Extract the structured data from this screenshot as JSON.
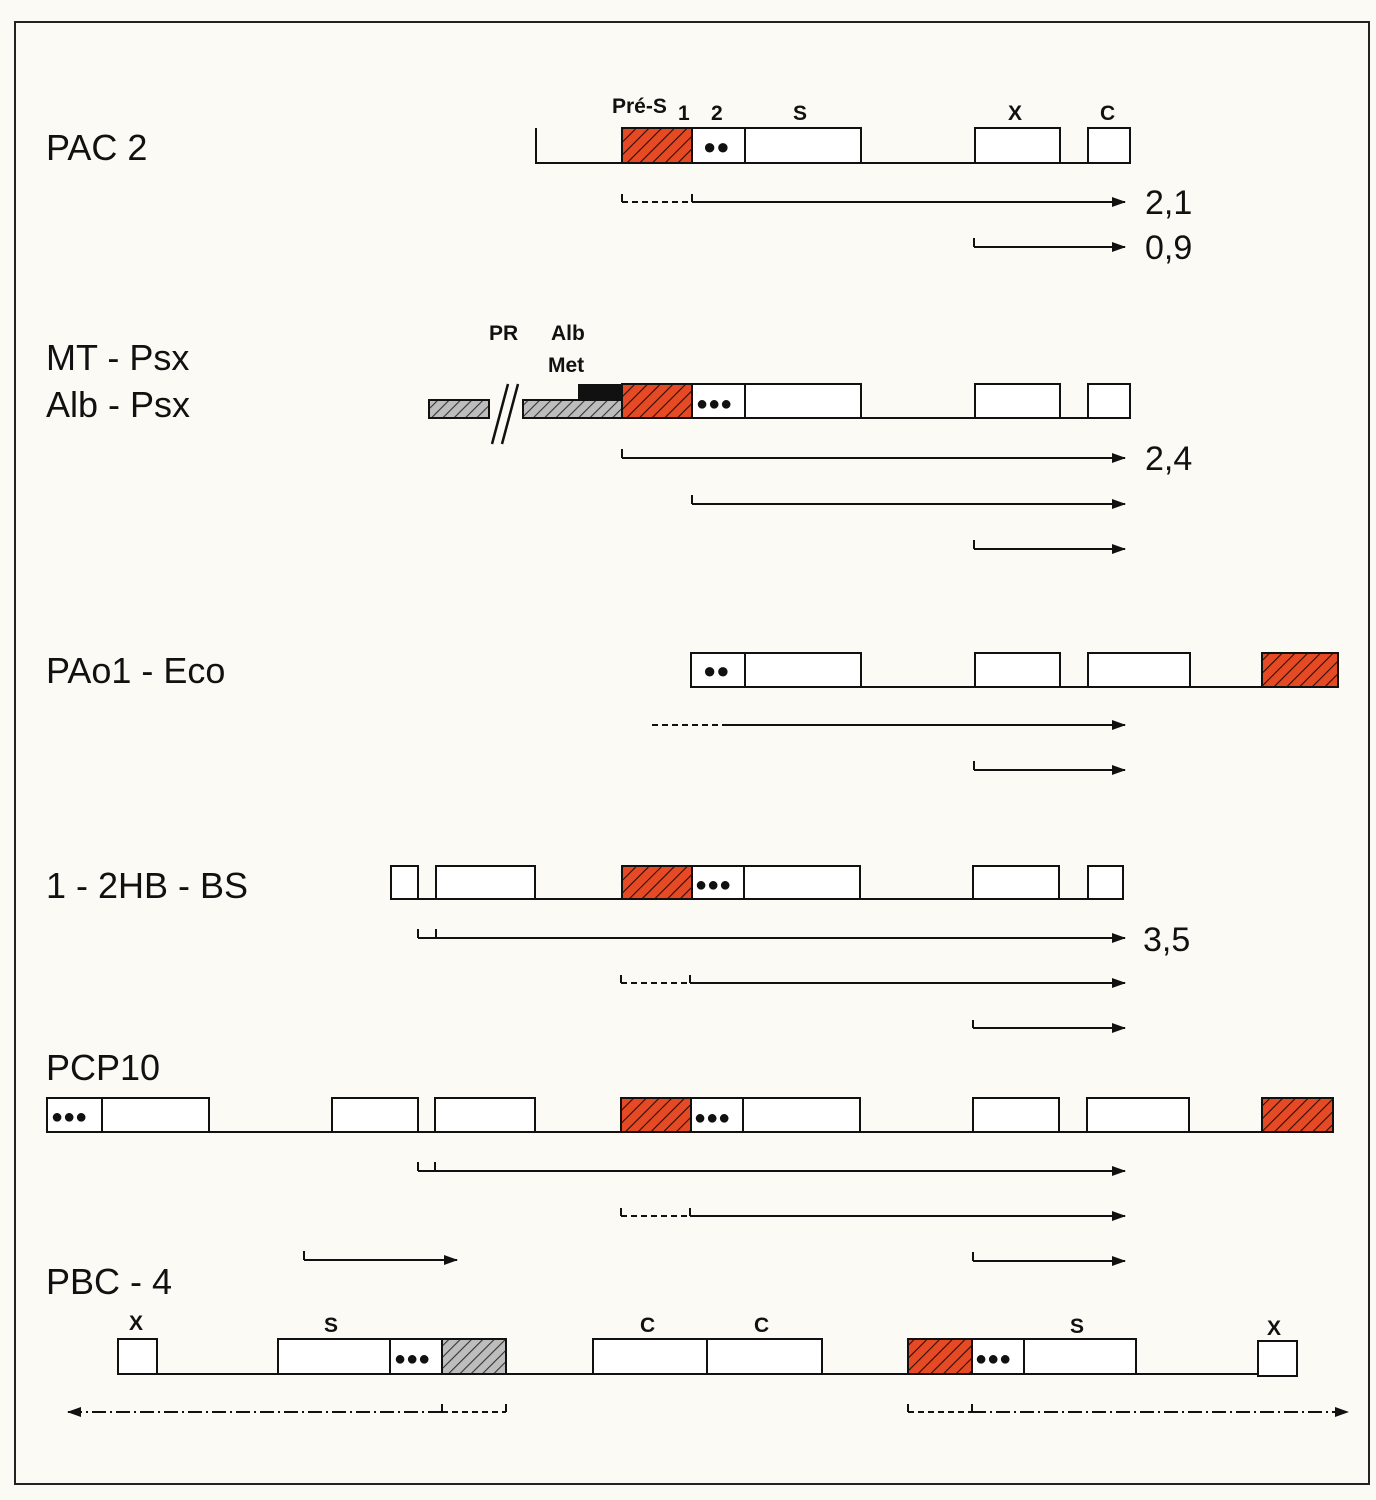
{
  "rows": {
    "pac2": {
      "label": "PAC 2",
      "header_pres": "Pré-S",
      "header_1": "1",
      "header_2": "2",
      "header_s": "S",
      "header_x": "X",
      "header_c": "C",
      "size_1": "2,1",
      "size_2": "0,9"
    },
    "mtpsx": {
      "label_line1": "MT - Psx",
      "label_line2": "Alb - Psx",
      "header_pr": "PR",
      "header_alb": "Alb",
      "header_met": "Met",
      "size_1": "2,4"
    },
    "pao1": {
      "label": "PAo1 - Eco"
    },
    "hb": {
      "label": "1 - 2HB - BS",
      "size_1": "3,5"
    },
    "pcp10": {
      "label": "PCP10"
    },
    "pbc4": {
      "label": "PBC - 4",
      "header_x_left": "X",
      "header_s_left": "S",
      "header_c_1": "C",
      "header_c_2": "C",
      "header_s_right": "S",
      "header_x_right": "X"
    }
  },
  "colors": {
    "pre_s_region": "#e64a24",
    "frame": "#222222",
    "hatch_gray": "#9a9a9a",
    "promoter_black": "#111111"
  },
  "legend_symbols": {
    "dots_2": "●●",
    "dots_3": "●●●"
  }
}
